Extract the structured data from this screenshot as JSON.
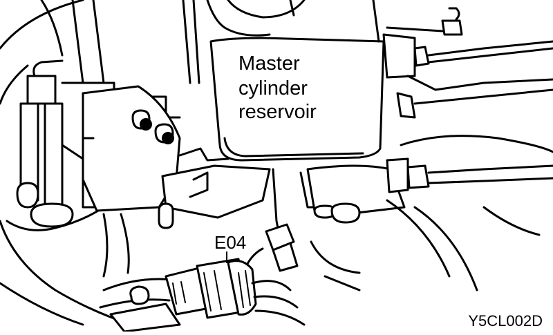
{
  "labels": {
    "reservoir_line1": "Master",
    "reservoir_line2": "cylinder",
    "reservoir_line3": "reservoir",
    "connector": "E04"
  },
  "figure_code": "Y5CL002D"
}
